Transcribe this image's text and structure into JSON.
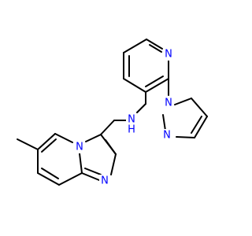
{
  "structure": {
    "atoms": {
      "n_pyridine": "N",
      "n_pyrazole_1": "N",
      "n_pyrazole_2": "N",
      "n_amine": "N",
      "h_amine": "H",
      "n_imid_bridge": "N",
      "n_imid_ring": "N"
    }
  },
  "colors": {
    "bond": "#000000",
    "heteroatom": "#0000ff",
    "background": "#ffffff"
  }
}
